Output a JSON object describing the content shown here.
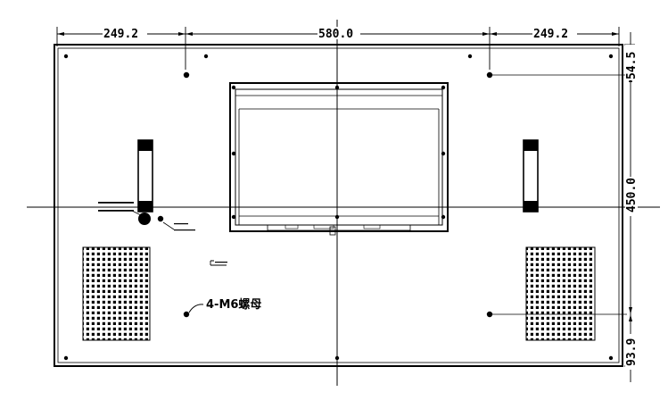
{
  "dimensions": {
    "top_left": "249.2",
    "top_center": "580.0",
    "top_right": "249.2",
    "right_top": "54.5",
    "right_middle": "450.0",
    "right_bottom": "93.9"
  },
  "annotations": {
    "nut_label": "4-M6螺母"
  }
}
